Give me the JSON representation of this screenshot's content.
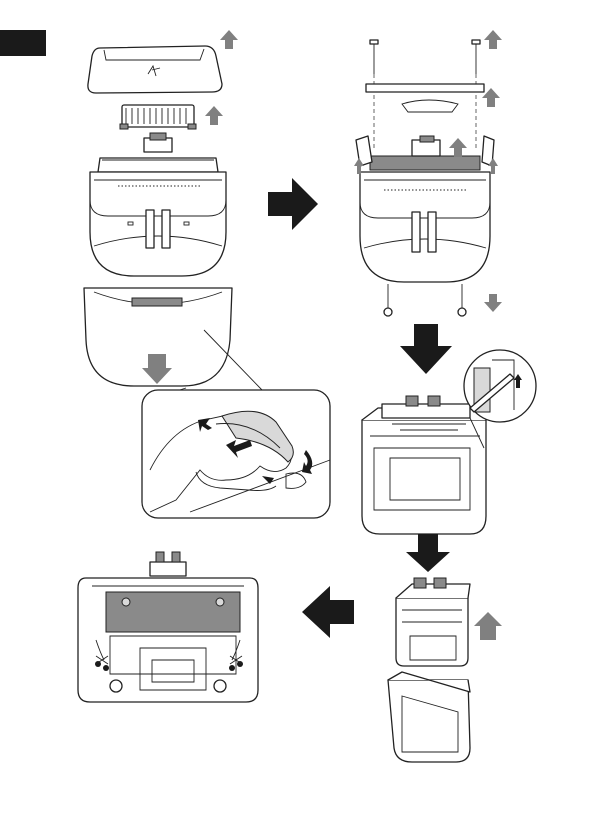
{
  "page": {
    "background": "#ffffff",
    "section_tab_color": "#1a1a1a",
    "arrow_color": "#808080",
    "direction_arrow_color": "#1a1a1a"
  },
  "figures": [
    {
      "id": "step-1",
      "icon": "shaver-head-exploded-view"
    },
    {
      "id": "step-2",
      "icon": "head-unit-screws-removed"
    },
    {
      "id": "step-3",
      "icon": "frame-release-with-tool"
    },
    {
      "id": "step-4",
      "icon": "inner-unit-separated"
    },
    {
      "id": "step-5",
      "icon": "wire-cutting-view"
    }
  ]
}
